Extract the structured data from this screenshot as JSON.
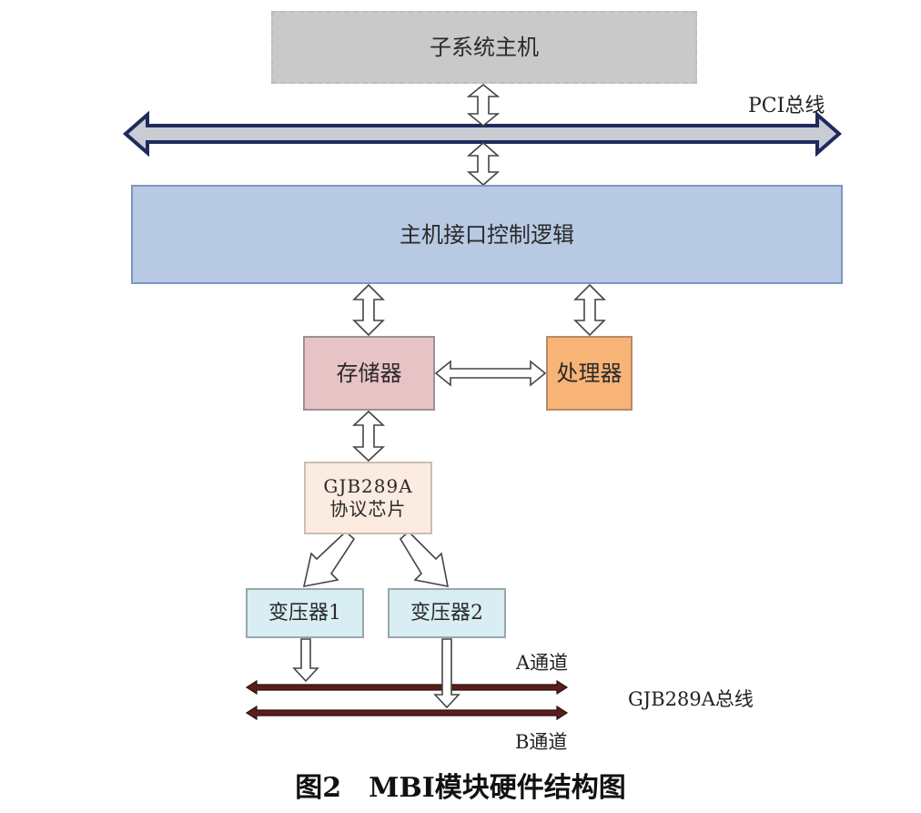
{
  "host": {
    "label": "子系统主机"
  },
  "pci_bus": {
    "label": "PCI总线"
  },
  "host_interface": {
    "label": "主机接口控制逻辑"
  },
  "memory": {
    "label": "存储器"
  },
  "processor": {
    "label": "处理器"
  },
  "protocol_chip": {
    "line1": "GJB289A",
    "line2": "协议芯片"
  },
  "transformer_1": {
    "label": "变压器1"
  },
  "transformer_2": {
    "label": "变压器2"
  },
  "gjb_bus": {
    "label": "GJB289A总线",
    "channel_a": "A通道",
    "channel_b": "B通道"
  },
  "caption": "图2　MBI模块硬件结构图",
  "colors": {
    "pci_bus_fill": "#c9ccd2",
    "pci_bus_stroke": "#1f2a5c",
    "gjb_bus_fill": "#5a1f1c",
    "host_fill": "#c9c9c9",
    "interface_fill": "#b7c9e3",
    "memory_fill": "#e7c3c6",
    "processor_fill": "#f8b477",
    "chip_fill": "#fcebe0",
    "transformer_fill": "#d8eef3"
  }
}
